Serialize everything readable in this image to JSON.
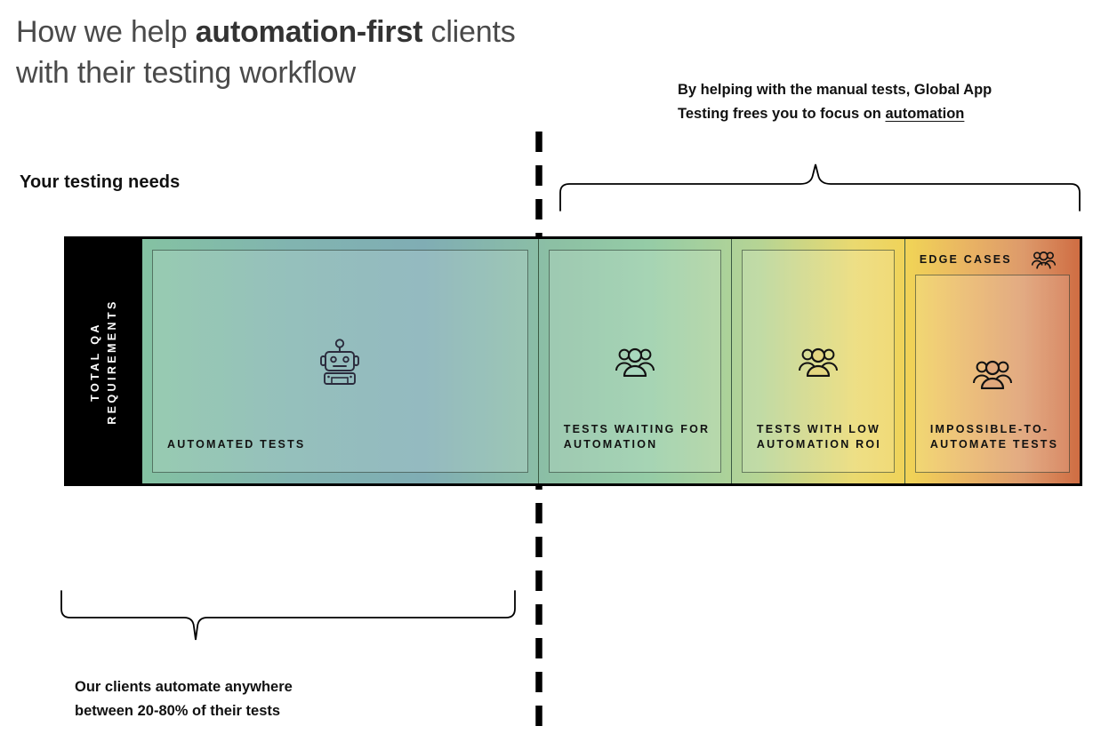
{
  "headline": {
    "line1_pre": "How we help ",
    "line1_bold": "automation-first",
    "line1_post": " clients",
    "line2": "with their testing workflow"
  },
  "right_caption": {
    "line1": "By helping with the manual tests, Global App",
    "line2_pre": "Testing frees you to focus on ",
    "line2_link": "automation"
  },
  "left_subheading": "Your testing needs",
  "bottom_caption": {
    "line1": "Our clients automate anywhere",
    "line2": "between 20-80% of their tests"
  },
  "bar": {
    "vertical_label": "TOTAL QA\nREQUIREMENTS",
    "vertical_label_line1": "TOTAL QA",
    "vertical_label_line2": "REQUIREMENTS",
    "segments": [
      {
        "title": "AUTOMATED TESTS",
        "icon": "robot-icon",
        "width_pct": 42.2,
        "header": null
      },
      {
        "title": "TESTS WAITING FOR AUTOMATION",
        "title_line1": "TESTS WAITING FOR",
        "title_line2": "AUTOMATION",
        "icon": "people-group-icon",
        "width_pct": 20.6,
        "header": null
      },
      {
        "title": "TESTS WITH LOW AUTOMATION ROI",
        "title_line1": "TESTS WITH LOW",
        "title_line2": "AUTOMATION ROI",
        "icon": "people-group-icon",
        "width_pct": 18.5,
        "header": null
      },
      {
        "title": "IMPOSSIBLE-TO-AUTOMATE TESTS",
        "title_line1": "IMPOSSIBLE-TO-",
        "title_line2": "AUTOMATE TESTS",
        "icon": "people-group-icon",
        "width_pct": 18.7,
        "header": "EDGE CASES",
        "header_icon": "people-group-icon"
      }
    ]
  },
  "colors": {
    "frame": "#000000",
    "gradient_start": "#84c2a2",
    "gradient_teal": "#80adb4",
    "gradient_green": "#95cca6",
    "gradient_yellow": "#f0d257",
    "gradient_end": "#cf6d43",
    "headline_gray": "#4a4a4a",
    "text_black": "#111111"
  }
}
